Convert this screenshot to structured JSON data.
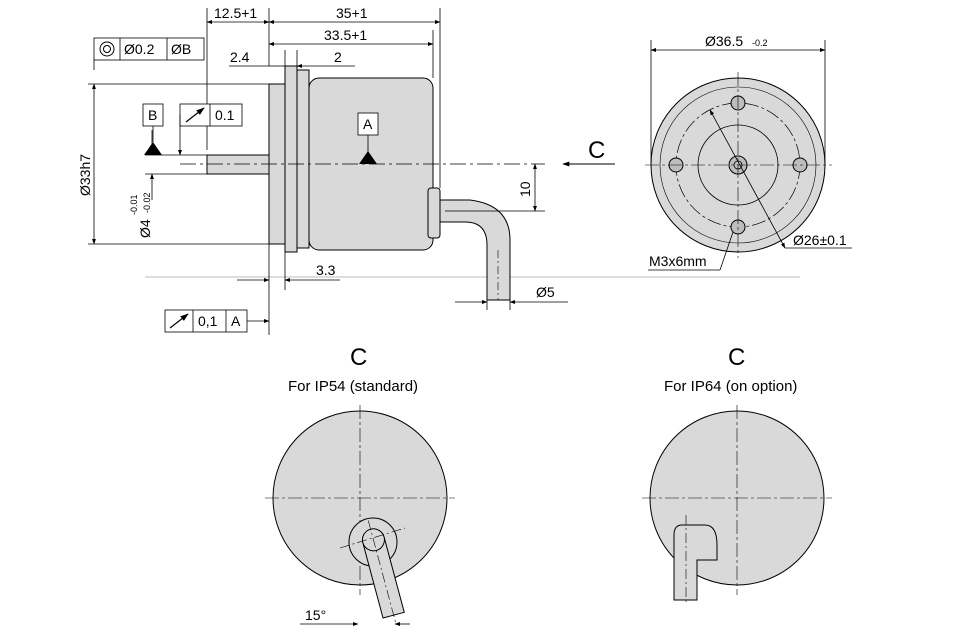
{
  "side_view": {
    "dim_12_5": "12.5+1",
    "dim_35": "35+1",
    "dim_33_5": "33.5+1",
    "dim_2_4": "2.4",
    "dim_2": "2",
    "dim_3_3": "3.3",
    "dim_10": "10",
    "dim_d5": "Ø5",
    "dim_d33": "Ø33h7",
    "dim_d4": "Ø4",
    "dim_d4_tol_upper": "-0.01",
    "dim_d4_tol_lower": "-0.02",
    "datum_a": "A",
    "datum_b": "B",
    "fcf_concentricity_value": "Ø0.2",
    "fcf_concentricity_ref": "ØB",
    "fcf_runout_value": "0.1",
    "fcf_bottom_value": "0,1",
    "fcf_bottom_ref": "A",
    "view_arrow_label": "C"
  },
  "front_view": {
    "dim_d36_5": "Ø36.5",
    "dim_d36_5_tol": "-0.2",
    "dim_d26": "Ø26±0.1",
    "dim_m3": "M3x6mm"
  },
  "view_c_ip54": {
    "title": "C",
    "caption": "For IP54 (standard)",
    "angle": "15°"
  },
  "view_c_ip64": {
    "title": "C",
    "caption": "For IP64 (on option)"
  },
  "colors": {
    "body_fill": "#d9d9d9",
    "line": "#000000"
  }
}
